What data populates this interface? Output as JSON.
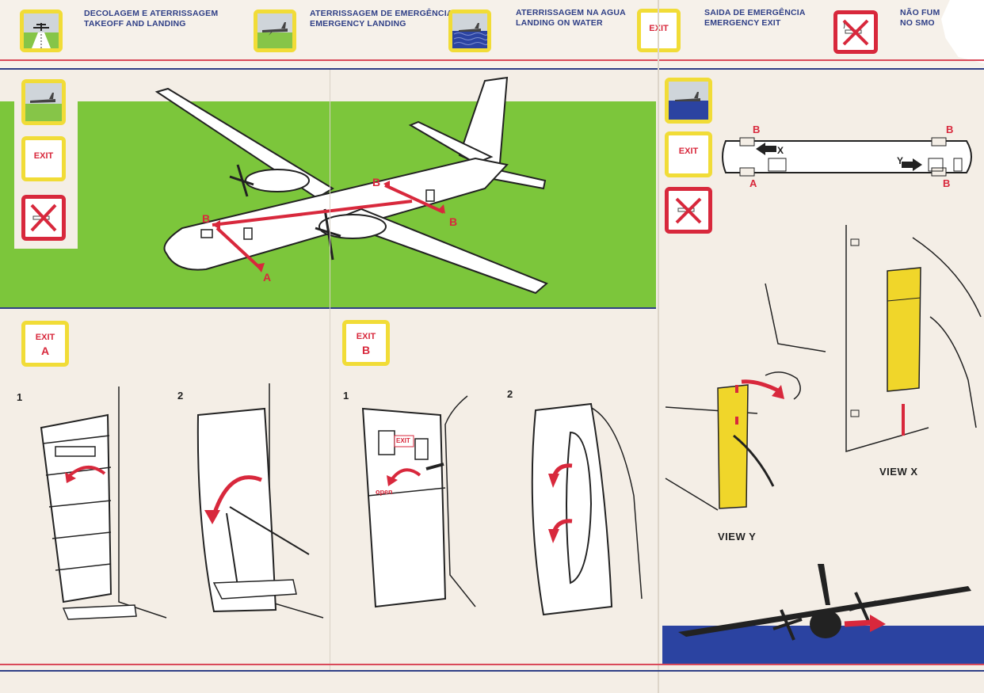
{
  "header": {
    "items": [
      {
        "line1": "DECOLAGEM E ATERRISSAGEM",
        "line2": "TAKEOFF AND LANDING",
        "icon": "takeoff-landing-icon"
      },
      {
        "line1": "ATERRISSAGEM DE EMERGÊNCIA",
        "line2": "EMERGENCY LANDING",
        "icon": "emergency-landing-icon"
      },
      {
        "line1": "ATERRISSAGEM NA AGUA",
        "line2": "LANDING ON WATER",
        "icon": "water-landing-icon"
      },
      {
        "line1": "SAIDA DE EMERGÊNCIA",
        "line2": "EMERGENCY EXIT",
        "icon": "exit-sign-icon"
      },
      {
        "line1": "NÃO FUM",
        "line2": "NO SMO",
        "icon": "no-smoking-icon"
      }
    ],
    "exit_icon_label": "EXIT"
  },
  "side_icons": {
    "exit_label": "EXIT"
  },
  "airplane_markers": {
    "a": "A",
    "b_front": "B",
    "b_rear_top": "B",
    "b_rear_bottom": "B"
  },
  "exit_a": {
    "line1": "EXIT",
    "line2": "A"
  },
  "exit_b": {
    "line1": "EXIT",
    "line2": "B"
  },
  "steps": {
    "a1": "1",
    "a2": "2",
    "b1": "1",
    "b2": "2"
  },
  "door_b": {
    "sign": "EXIT",
    "open_label": "open"
  },
  "floorplan": {
    "b_left": "B",
    "b_right": "B",
    "a_left": "A",
    "b_right_bottom": "B",
    "x_label": "X",
    "y_label": "Y"
  },
  "views": {
    "view_y": "VIEW Y",
    "view_x": "VIEW X"
  },
  "colors": {
    "grass": "#7cc63b",
    "accent_red": "#d8283c",
    "icon_yellow": "#f1dc37",
    "sea_blue": "#2b43a1",
    "header_blue": "#2f3f86"
  }
}
